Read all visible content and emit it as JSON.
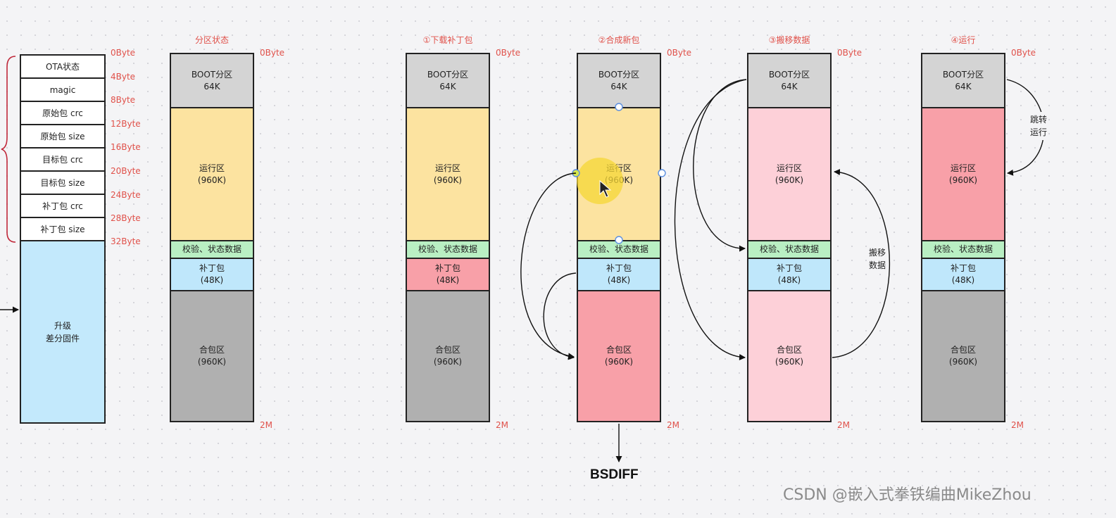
{
  "header_left": {
    "ota_rows": [
      "OTA状态",
      "magic",
      "原始包 crc",
      "原始包 size",
      "目标包 crc",
      "目标包 size",
      "补丁包 crc",
      "补丁包 size"
    ],
    "firmware_label_1": "升级",
    "firmware_label_2": "差分固件",
    "byte_offsets": [
      "0Byte",
      "4Byte",
      "8Byte",
      "12Byte",
      "16Byte",
      "20Byte",
      "24Byte",
      "28Byte",
      "32Byte"
    ]
  },
  "columns": [
    {
      "title": "分区状态",
      "start": "0Byte",
      "end": "2M",
      "boot": [
        "BOOT分区",
        "64K"
      ],
      "run": [
        "运行区",
        "(960K)"
      ],
      "check": "校验、状态数据",
      "patch": [
        "补丁包",
        "(48K)"
      ],
      "merge": [
        "合包区",
        "(960K)"
      ]
    },
    {
      "title": "①下载补丁包",
      "start": "0Byte",
      "end": "2M",
      "boot": [
        "BOOT分区",
        "64K"
      ],
      "run": [
        "运行区",
        "(960K)"
      ],
      "check": "校验、状态数据",
      "patch": [
        "补丁包",
        "(48K)"
      ],
      "merge": [
        "合包区",
        "(960K)"
      ]
    },
    {
      "title": "②合成新包",
      "start": "0Byte",
      "end": "2M",
      "boot": [
        "BOOT分区",
        "64K"
      ],
      "run": [
        "运行区",
        "(960K)"
      ],
      "check": "校验、状态数据",
      "patch": [
        "补丁包",
        "(48K)"
      ],
      "merge": [
        "合包区",
        "(960K)"
      ]
    },
    {
      "title": "③搬移数据",
      "start": "0Byte",
      "end": "2M",
      "boot": [
        "BOOT分区",
        "64K"
      ],
      "run": [
        "运行区",
        "(960K)"
      ],
      "check": "校验、状态数据",
      "patch": [
        "补丁包",
        "(48K)"
      ],
      "merge": [
        "合包区",
        "(960K)"
      ]
    },
    {
      "title": "④运行",
      "start": "0Byte",
      "end": "2M",
      "boot": [
        "BOOT分区",
        "64K"
      ],
      "run": [
        "运行区",
        "(960K)"
      ],
      "check": "校验、状态数据",
      "patch": [
        "补丁包",
        "(48K)"
      ],
      "merge": [
        "合包区",
        "(960K)"
      ]
    }
  ],
  "notes": {
    "move_1": "搬移",
    "move_2": "数据",
    "jump_1": "跳转",
    "jump_2": "运行"
  },
  "bsdiff": "BSDIFF",
  "watermark": "CSDN @嵌入式拳铁编曲MikeZhou",
  "colors": {
    "accent": "#e0514a",
    "boot": "#d4d4d4",
    "run_yellow": "#fce3a0",
    "run_pink": "#fdd0d8",
    "run_red": "#f8a0a8",
    "check": "#b9efc3",
    "patch": "#bfe7fb",
    "merge": "#b0b0b0",
    "firmware": "#c3e9fc"
  }
}
